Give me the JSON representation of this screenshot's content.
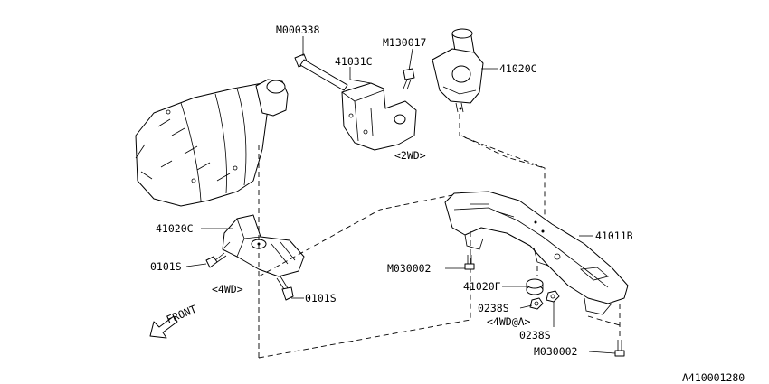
{
  "labels": {
    "m000338": "M000338",
    "m130017": "M130017",
    "p41031c": "41031C",
    "p41020c_top": "41020C",
    "wd2": "<2WD>",
    "p41020c_left": "41020C",
    "p0101s_a": "0101S",
    "wd4": "<4WD>",
    "p0101s_b": "0101S",
    "front": "FRONT",
    "p41011b": "41011B",
    "m030002_a": "M030002",
    "p41020f": "41020F",
    "p0238s_a": "0238S",
    "wd4at": "<4WD@A>",
    "p0238s_b": "0238S",
    "m030002_b": "M030002",
    "code": "A410001280"
  }
}
